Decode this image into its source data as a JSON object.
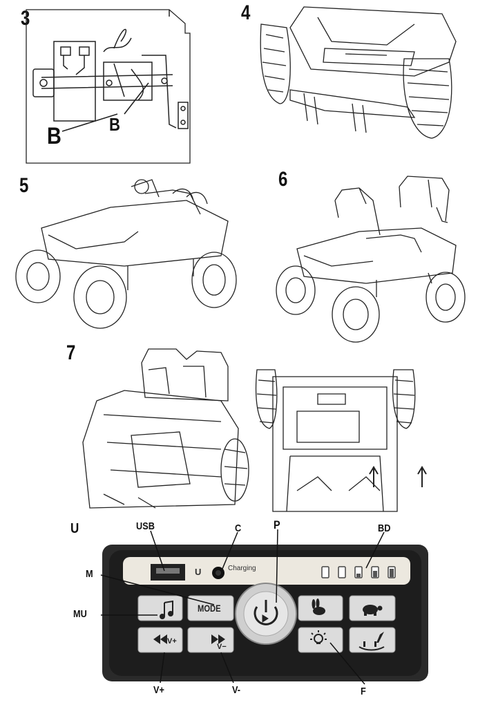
{
  "steps": {
    "s3": "3",
    "s4": "4",
    "s5": "5",
    "s6": "6",
    "s7": "7"
  },
  "step3_labels": {
    "b_large": "B",
    "b_small": "B"
  },
  "panel": {
    "section_label": "U",
    "callouts": {
      "usb": "USB",
      "c": "C",
      "p": "P",
      "bd": "BD",
      "m": "M",
      "mu": "MU",
      "vplus": "V+",
      "vminus": "V-",
      "f": "F"
    },
    "usb_port_label": "U",
    "charging_label": "Charging",
    "mode_button": "MODE",
    "vplus_button": "V+",
    "vminus_button": "V−",
    "battery_bars": 5
  },
  "colors": {
    "panel_bg": "#2a2a2a",
    "faceplate": "#ece8df",
    "button_face": "#dcdcdc",
    "line": "#222222"
  }
}
